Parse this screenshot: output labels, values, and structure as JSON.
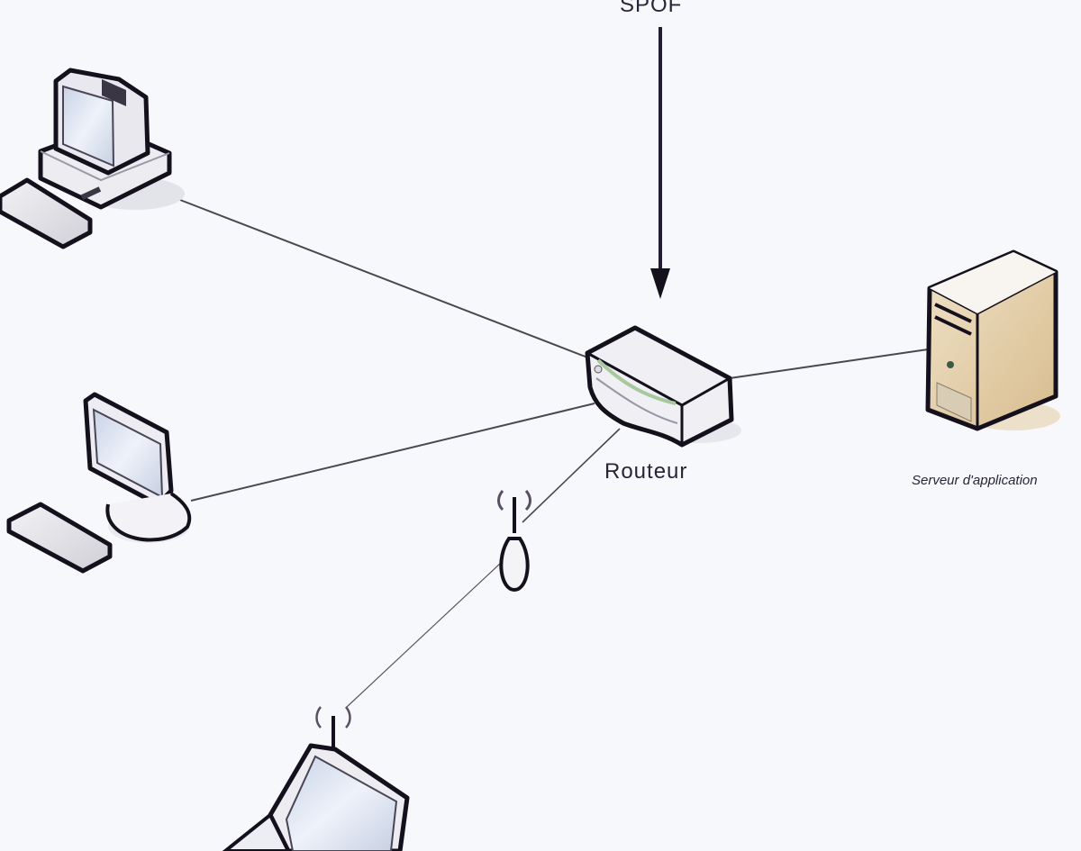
{
  "diagram": {
    "title": "Network topology with single point of failure",
    "labels": {
      "spof": "SPOF",
      "router": "Routeur",
      "server": "Serveur d'application"
    },
    "nodes": [
      {
        "id": "desktop-crt",
        "kind": "desktop-computer",
        "icon": "desktop-computer-icon"
      },
      {
        "id": "desktop-lcd",
        "kind": "lcd-workstation",
        "icon": "lcd-monitor-icon"
      },
      {
        "id": "router",
        "kind": "router",
        "icon": "router-icon",
        "label": "Routeur"
      },
      {
        "id": "server",
        "kind": "application-server",
        "icon": "server-tower-icon",
        "label": "Serveur d'application"
      },
      {
        "id": "access-point",
        "kind": "wireless-access-point",
        "icon": "wireless-antenna-icon"
      },
      {
        "id": "laptop",
        "kind": "wireless-laptop",
        "icon": "laptop-icon"
      }
    ],
    "edges": [
      {
        "from": "desktop-crt",
        "to": "router"
      },
      {
        "from": "desktop-lcd",
        "to": "router"
      },
      {
        "from": "router",
        "to": "server"
      },
      {
        "from": "router",
        "to": "access-point"
      },
      {
        "from": "access-point",
        "to": "laptop",
        "style": "wireless"
      }
    ],
    "annotation": {
      "text": "SPOF",
      "points_to": "router"
    },
    "colors": {
      "background": "#f7f8fb",
      "outline": "#14111c",
      "line": "#4a4652",
      "server_fill": "#e6d2b0",
      "screen_fill": "#dfe6f2"
    }
  }
}
